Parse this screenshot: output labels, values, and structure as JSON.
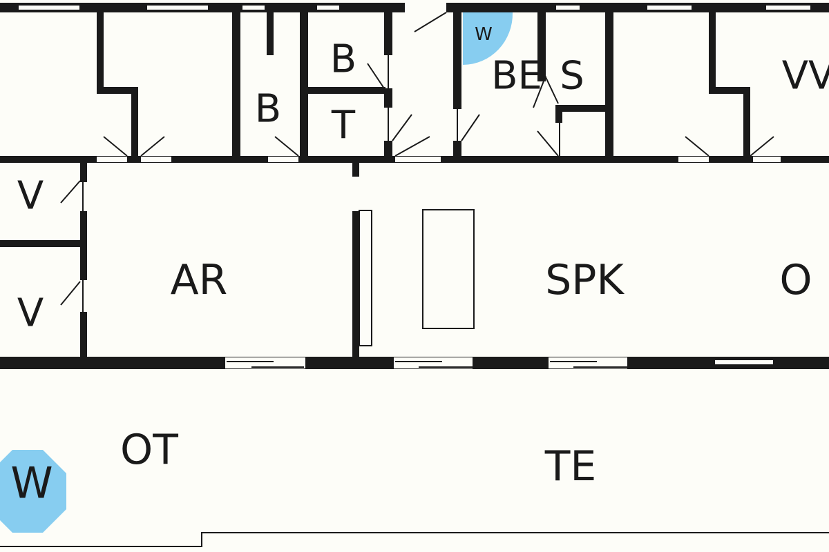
{
  "colors": {
    "background": "#fdfdf8",
    "wall": "#1a1a1a",
    "whirlpool": "#87cdf0"
  },
  "rooms": {
    "b_upper": "B",
    "b_lower": "B",
    "t": "T",
    "be": "BE",
    "s": "S",
    "vv": "VV",
    "v_upper": "V",
    "v_lower": "V",
    "ar": "AR",
    "spk": "SPK",
    "o": "O",
    "ot": "OT",
    "te": "TE"
  },
  "fixtures": {
    "whirlpool_small": "W",
    "whirlpool_large": "W"
  }
}
